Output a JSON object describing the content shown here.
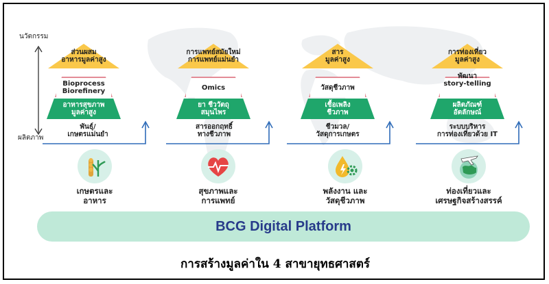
{
  "axis": {
    "top_label": "นวัตกรรม",
    "bottom_label": "ผลิตภาพ"
  },
  "colors": {
    "green": "#1fa66b",
    "pink_outline": "#e38b96",
    "triangle_yellow": "#fac84a",
    "platform_bg": "#bfe9d8",
    "platform_text": "#273a8a",
    "bracket_blue": "#2e6bb8"
  },
  "columns": [
    {
      "top": "ส่วนผสม\nอาหารมูลค่าสูง",
      "middle": "Bioprocess\nBiorefinery",
      "green": "อาหารสุขภาพ\nมูลค่าสูง",
      "base": "พันธุ์/\nเกษตรแม่นยำ",
      "icon": "plant-icon",
      "sector": "เกษตรและ\nอาหาร"
    },
    {
      "top": "การแพทย์สมัยใหม่\nการแพทย์แม่นยำ",
      "middle": "Omics",
      "green": "ยา ชีววัตถุ\nสมุนไพร",
      "base": "สารออกฤทธิ์\nทางชีวภาพ",
      "icon": "heart-pulse-icon",
      "sector": "สุขภาพและ\nการแพทย์"
    },
    {
      "top": "สาร\nมูลค่าสูง",
      "middle": "วัสดุชีวภาพ",
      "green": "เชื้อเพลิง\nชีวภาพ",
      "base": "ชีวมวล/\nวัสดุการเกษตร",
      "icon": "energy-drop-gear-icon",
      "sector": "พลังงาน และ\nวัสดุชีวภาพ"
    },
    {
      "top": "การท่องเที่ยว\nมูลค่าสูง",
      "middle": "พัฒนา\nstory-telling",
      "green": "ผลิตภัณฑ์\nอัตลักษณ์",
      "base": "ระบบบริหาร\nการท่องเที่ยวด้วย IT",
      "icon": "airplane-globe-icon",
      "sector": "ท่องเที่ยวและ\nเศรษฐกิจสร้างสรรค์"
    }
  ],
  "platform": "BCG Digital Platform",
  "caption": "การสร้างมูลค่าใน 4 สาขายุทธศาสตร์"
}
